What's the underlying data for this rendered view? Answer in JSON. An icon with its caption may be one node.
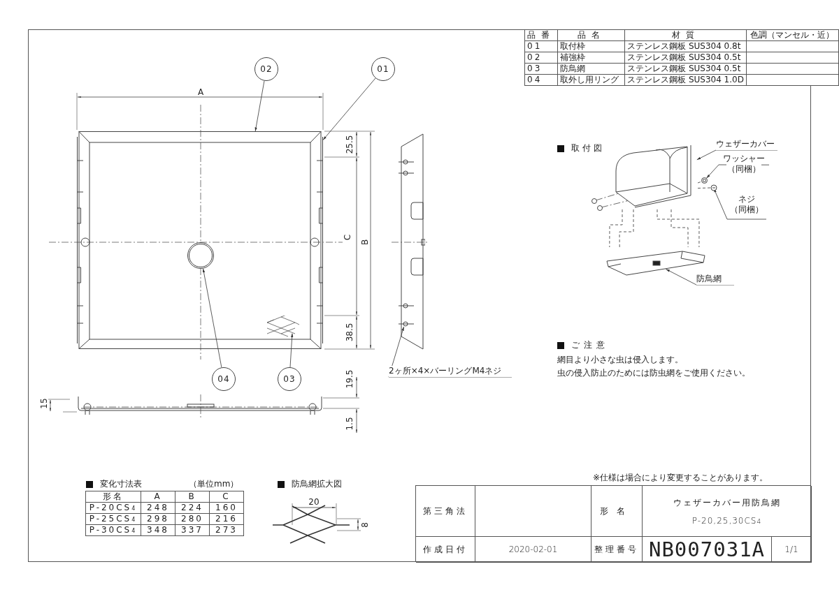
{
  "diagram": {
    "nodes": [
      {
        "text": [
          "02"
        ]
      },
      {
        "text": [
          "01"
        ]
      },
      {
        "text": [],
        "shape": "box"
      },
      {
        "text": [],
        "shape": "circle",
        "in": 2
      },
      {
        "text": [],
        "shape": "picture",
        "in": 2
      },
      {
        "text": [
          "04"
        ]
      },
      {
        "text": [
          "03"
        ]
      },
      {
        "text": [],
        "shape": "picture"
      },
      {
        "text": [
          "2ヶ所×4×バーリングM4ネジ"
        ]
      },
      {
        "text": [
          "ウェザーカバー"
        ]
      },
      {
        "text": [
          "ワッシャー",
          "（同梱）"
        ]
      },
      {
        "text": [
          "ネジ",
          "（同梱）"
        ]
      },
      {
        "text": [],
        "shape": "picture"
      },
      {
        "text": [],
        "shape": "circle"
      },
      {
        "text": [],
        "shape": "picture"
      },
      {
        "text": [],
        "shape": "picture"
      },
      {
        "text": [
          "防鳥網"
        ]
      }
    ],
    "edges": [
      {
        "from": 0,
        "to": 2,
        "arrow": "to"
      },
      {
        "from": 1,
        "to": 2,
        "arrow": "to"
      },
      {
        "from": 5,
        "to": 3,
        "arrow": "to"
      },
      {
        "from": 6,
        "to": 4,
        "arrow": "to"
      },
      {
        "from": 8,
        "to": 7,
        "arrow": "to"
      },
      {
        "from": 9,
        "to": 12,
        "arrow": "to"
      },
      {
        "from": 10,
        "to": 13,
        "arrow": "to"
      },
      {
        "from": 11,
        "to": 14,
        "arrow": "to"
      },
      {
        "from": 16,
        "to": 15,
        "arrow": "to"
      },
      {
        "from": 12,
        "to": 15,
        "arrow": "none",
        "style": "dashed"
      },
      {
        "from": 12,
        "to": 15,
        "arrow": "none",
        "style": "dashed"
      },
      {
        "from": 12,
        "to": 15,
        "arrow": "none",
        "style": "dashed"
      },
      {
        "from": 12,
        "to": 15,
        "arrow": "none",
        "style": "dashed"
      },
      {
        "from": 12,
        "to": 13,
        "arrow": "none",
        "style": "dashed"
      },
      {
        "from": 12,
        "to": 14,
        "arrow": "none",
        "style": "dashed"
      }
    ],
    "labels": [
      "A",
      "25.5",
      "C",
      "B",
      "38.5",
      "19.5",
      "15",
      "1.5",
      "品番",
      "品名",
      "材質",
      "色調（マンセル・近）",
      "01",
      "取付枠",
      "ステンレス鋼板 SUS304 0.8t",
      "02",
      "補強枠",
      "ステンレス鋼板 SUS304 0.5t",
      "03",
      "防鳥網",
      "ステンレス鋼板 SUS304 0.5t",
      "04",
      "取外し用リング",
      "ステンレス鋼板 SUS304 1.0D",
      "取付図",
      "ご注意",
      "網目より小さな虫は侵入します。",
      "虫の侵入防止のためには防虫網をご使用ください。",
      "変化寸法表",
      "（単位mm）",
      "形名",
      "A",
      "B",
      "C",
      "P-20CS$_{4}$",
      "248",
      "224",
      "160",
      "P-25CS$_{4}$",
      "298",
      "280",
      "216",
      "P-30CS$_{4}$",
      "348",
      "337",
      "273",
      "防鳥網拡大図",
      "20",
      "8",
      "※仕様は場合により変更することがあります。",
      "第三角法",
      "形名",
      "ウェザーカバー用防鳥網",
      "P-20,25,30CS$_{4}$",
      "作成日付",
      "2020-02-01",
      "整理番号",
      "NB007031A",
      "1/1"
    ]
  }
}
